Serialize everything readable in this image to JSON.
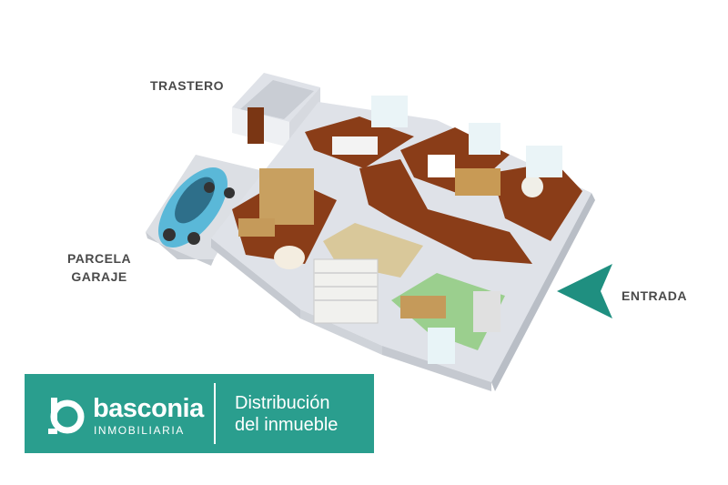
{
  "labels": {
    "storage": "TRASTERO",
    "parking_line1": "PARCELA",
    "parking_line2": "GARAJE",
    "entrance": "ENTRADA"
  },
  "brand": {
    "name": "basconia",
    "subtitle": "INMOBILIARIA",
    "tagline_line1": "Distribución",
    "tagline_line2": "del inmueble",
    "logo_icon": "b-circle-logo-icon"
  },
  "colors": {
    "brand_teal": "#2a9e8e",
    "arrow_teal": "#1f8f80",
    "label_gray": "#4a4a4a",
    "wall": "#e9ebef",
    "wood_floor": "#8a3d18",
    "car_blue": "#5ab8d8"
  }
}
